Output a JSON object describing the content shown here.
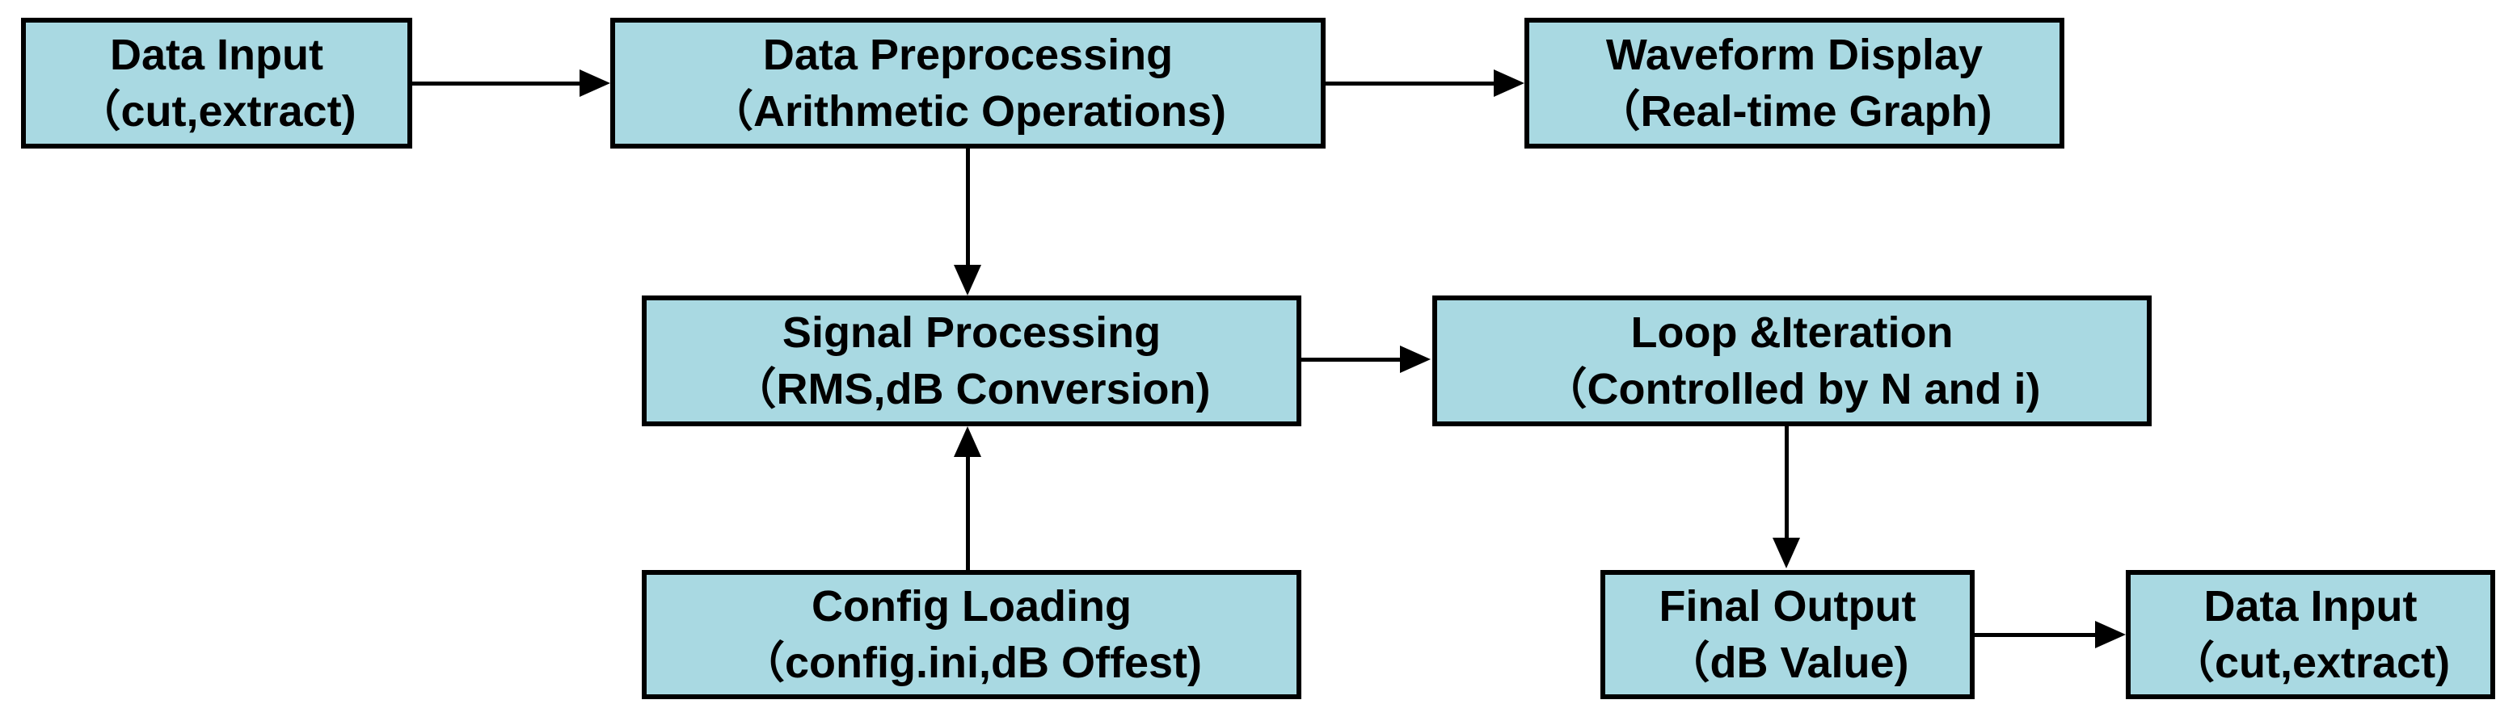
{
  "diagram": {
    "colors": {
      "box_fill": "#A9D9E2",
      "box_border": "#000000",
      "arrow_color": "#000000",
      "text_color": "#000000",
      "background": "#FFFFFF"
    },
    "nodes": [
      {
        "id": "data-input",
        "line1": "Data Input",
        "line2": "（cut,extract)"
      },
      {
        "id": "data-preprocessing",
        "line1": "Data Preprocessing",
        "line2": "（Arithmetic Operations)"
      },
      {
        "id": "waveform-display",
        "line1": "Waveform Display",
        "line2": "（Real-time Graph)"
      },
      {
        "id": "signal-processing",
        "line1": "Signal Processing",
        "line2": "（RMS,dB Conversion)"
      },
      {
        "id": "loop-iteration",
        "line1": "Loop &Iteration",
        "line2": "（Controlled by N and i)"
      },
      {
        "id": "config-loading",
        "line1": "Config Loading",
        "line2": "（config.ini,dB Offest)"
      },
      {
        "id": "final-output",
        "line1": "Final Output",
        "line2": "（dB Value)"
      },
      {
        "id": "data-input-2",
        "line1": "Data Input",
        "line2": "（cut,extract)"
      }
    ],
    "edges": [
      {
        "from": "data-input",
        "to": "data-preprocessing",
        "direction": "right"
      },
      {
        "from": "data-preprocessing",
        "to": "waveform-display",
        "direction": "right"
      },
      {
        "from": "data-preprocessing",
        "to": "signal-processing",
        "direction": "down"
      },
      {
        "from": "signal-processing",
        "to": "loop-iteration",
        "direction": "right"
      },
      {
        "from": "config-loading",
        "to": "signal-processing",
        "direction": "up"
      },
      {
        "from": "loop-iteration",
        "to": "final-output",
        "direction": "down"
      },
      {
        "from": "final-output",
        "to": "data-input-2",
        "direction": "right"
      }
    ]
  }
}
